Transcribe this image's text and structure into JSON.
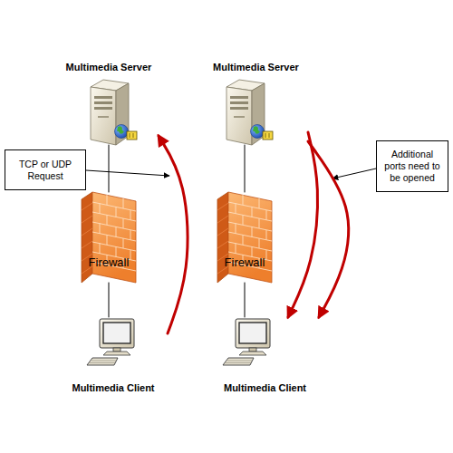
{
  "diagram": {
    "nodes": [
      {
        "text": [
          "Multimedia Server"
        ]
      },
      {
        "text": [
          "Firewall"
        ]
      },
      {
        "text": [
          "Multimedia Client"
        ]
      },
      {
        "text": [
          "TCP or UDP Request"
        ]
      },
      {
        "text": [
          "Multimedia Server"
        ]
      },
      {
        "text": [
          "Firewall"
        ]
      },
      {
        "text": [
          "Multimedia Client"
        ]
      },
      {
        "text": [
          "Additional ports need to be opened"
        ]
      }
    ],
    "edges": [
      {
        "from": 0,
        "to": 1,
        "arrow": "none"
      },
      {
        "from": 1,
        "to": 2,
        "arrow": "none"
      },
      {
        "from": 2,
        "to": 0,
        "arrow": "to"
      },
      {
        "from": 4,
        "to": 5,
        "arrow": "none"
      },
      {
        "from": 5,
        "to": 6,
        "arrow": "none"
      },
      {
        "from": 4,
        "to": 6,
        "arrow": "to"
      },
      {
        "from": 4,
        "to": 6,
        "arrow": "to"
      }
    ]
  }
}
